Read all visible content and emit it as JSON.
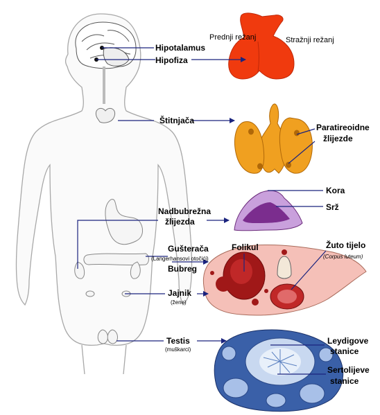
{
  "labels": {
    "hipotalamus": "Hipotalamus",
    "hipofiza": "Hipofiza",
    "prednji_rezanj": "Prednji režanj",
    "straznji_rezanj": "Stražnji režanj",
    "stitnjaca": "Štitnjača",
    "paratireoidne_1": "Paratireoidne",
    "paratireoidne_2": "žlijezde",
    "kora": "Kora",
    "srz": "Srž",
    "nadbubrezna_1": "Nadbubrežna",
    "nadbubrezna_2": "žlijezda",
    "gusteraca": "Gušterača",
    "langerhans": "(Langerhansovi otočići)",
    "bubreg": "Bubreg",
    "folikul": "Folikul",
    "zuto_tijelo": "Žuto tijelo",
    "corpus_luteum": "(Corpus luteum)",
    "jajnik": "Jajnik",
    "zene": "(žene)",
    "testis": "Testis",
    "muskarci": "(muškarci)",
    "leydigove_1": "Leydigove",
    "leydigove_2": "stanice",
    "sertolijeve_1": "Sertolijeve",
    "sertolijeve_2": "stanice"
  },
  "colors": {
    "body_outline": "#a8a8a8",
    "pointer_line": "#1a237e",
    "pituitary": "#f03a0e",
    "thyroid": "#f0a020",
    "adrenal_cortex": "#c9a0dc",
    "adrenal_medulla": "#7b2d8e",
    "ovary": "#f5c0b8",
    "follicle": "#a01818",
    "testis_tissue": "#3a60a8"
  }
}
